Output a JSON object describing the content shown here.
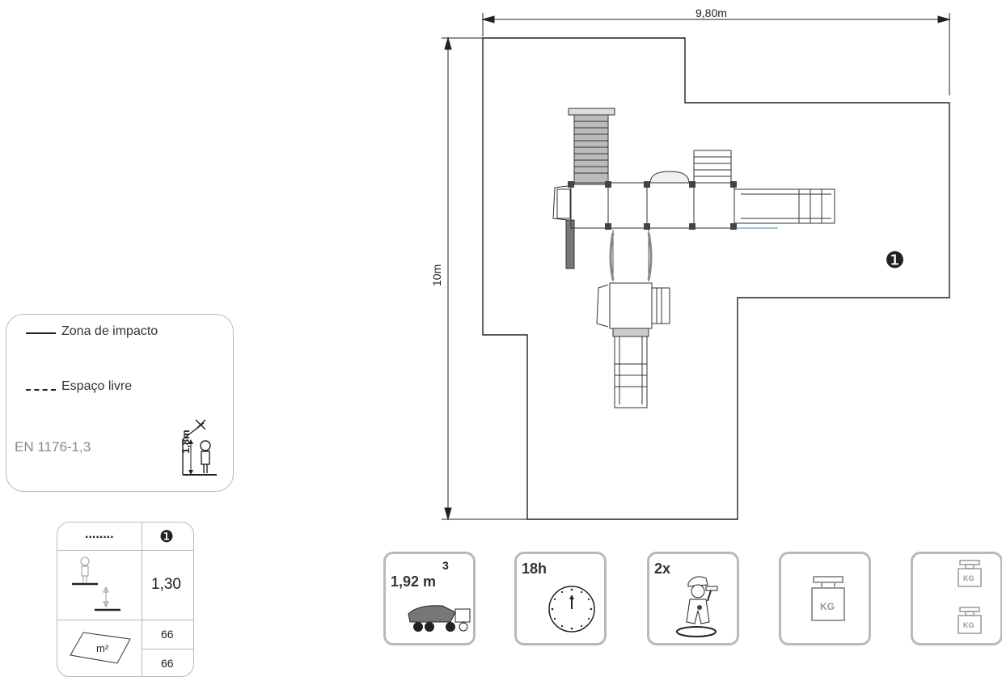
{
  "dimensions": {
    "width": "9,80m",
    "height": "10m"
  },
  "area_marker": "❶",
  "legend": {
    "impact_zone": "Zona de impacto",
    "free_space": "Espaço livre",
    "norm": "EN 1176-1,3",
    "height_label": "1,8m"
  },
  "spec_table": {
    "header_left": "........",
    "header_right": "❶",
    "fall_height": "1,30",
    "area_unit": "m²",
    "area_value_1": "66",
    "area_value_2": "66"
  },
  "cards": {
    "concrete": {
      "value": "1,92 m",
      "exponent": "3",
      "icon": "concrete-mixer-icon"
    },
    "install_time": {
      "value": "18h",
      "icon": "clock-icon"
    },
    "installers": {
      "value": "2x",
      "icon": "worker-icon"
    },
    "weight_single": {
      "label": "KG",
      "icon": "weight-icon"
    },
    "weight_double": {
      "label_top": "KG",
      "label_bottom": "KG",
      "icon": "weight-icon"
    }
  }
}
